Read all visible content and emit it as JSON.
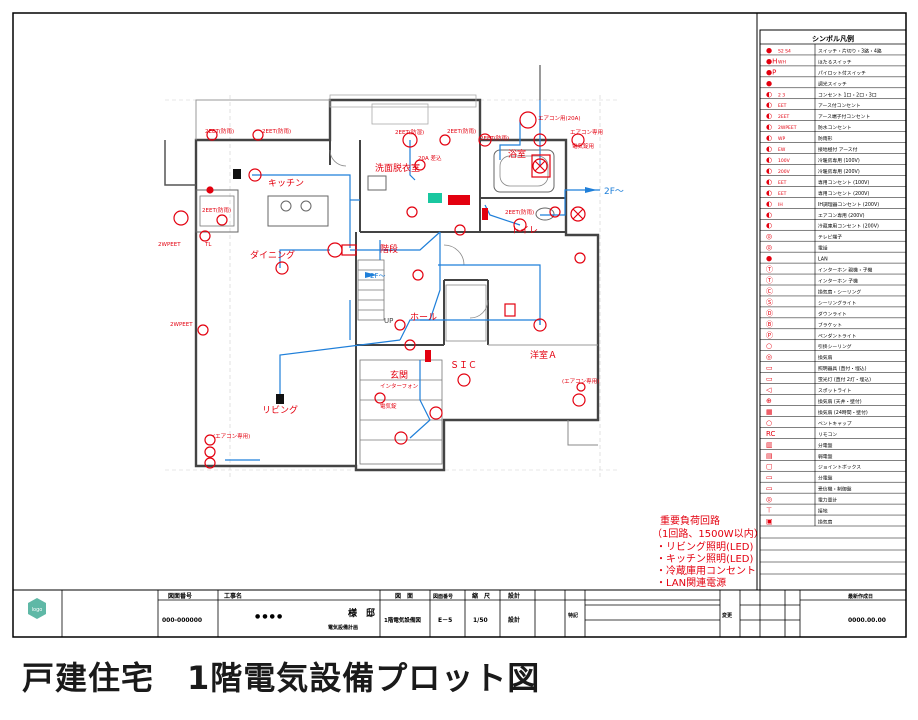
{
  "caption": "戸建住宅　1階電気設備プロット図",
  "colors": {
    "wall": "#555555",
    "wiring": "#1f7fd9",
    "symbol": "#e3000f",
    "frame": "#000000",
    "grid": "#bdbdbd",
    "green": "#19c7a0"
  },
  "rooms": {
    "kitchen": "キッチン",
    "dining": "ダイニング",
    "living": "リビング",
    "washroom": "洗面脱衣室",
    "bath": "浴室",
    "toilet": "トイレ",
    "hall": "ホール",
    "stairs": "階段",
    "entrance": "玄関",
    "sic": "ＳＩＣ",
    "bedroom": "洋室Ａ",
    "up": "UP"
  },
  "to_second_floor": [
    "2F～",
    "2F～"
  ],
  "outlet_labels": {
    "k1": "2EET(防雨)",
    "k2": "2EET(防雨)",
    "k3": "2EET(防雨)",
    "k4": "2EET(防雨)",
    "k5": "2EET(防雨)",
    "wash1": "2EET(防湿)",
    "wash2": "20A 差込",
    "ac1": "エアコン用(20A)",
    "ac2": "エアコン専用",
    "ac3": "(エアコン専用)",
    "interphone": "インターフォン",
    "mid": "2EET(防雨)",
    "tv": "TL",
    "side1": "2WPEET",
    "side2": "2WPEET",
    "lr1": "(エアコン専用)",
    "ent1": "電気錠",
    "ent2": "電気錠用"
  },
  "legend": {
    "title": "シンボル凡例",
    "rows": [
      {
        "sym": "●",
        "a": "S2 S4",
        "desc": "スイッチ・片切り・3路・4路"
      },
      {
        "sym": "●H",
        "a": "WH",
        "desc": "ほたるスイッチ"
      },
      {
        "sym": "●P",
        "a": "",
        "desc": "パイロット付スイッチ"
      },
      {
        "sym": "●",
        "a": "",
        "desc": "調光スイッチ"
      },
      {
        "sym": "◐",
        "a": "2 3",
        "desc": "コンセント 1口・2口・3口"
      },
      {
        "sym": "◐",
        "a": "EET",
        "desc": "アース付コンセント"
      },
      {
        "sym": "◐",
        "a": "2EET",
        "desc": "アース端子付コンセント"
      },
      {
        "sym": "◐",
        "a": "2WPEET",
        "desc": "防水コンセント"
      },
      {
        "sym": "◐",
        "a": "WP",
        "desc": "防雨形"
      },
      {
        "sym": "◐",
        "a": "EW",
        "desc": "接地極付 アース付"
      },
      {
        "sym": "◐",
        "a": "100V",
        "desc": "冷暖房専用 (100V)"
      },
      {
        "sym": "◐",
        "a": "200V",
        "desc": "冷暖房専用 (200V)"
      },
      {
        "sym": "◐",
        "a": "EET",
        "desc": "専用コンセント (100V)"
      },
      {
        "sym": "◐",
        "a": "EET",
        "desc": "専用コンセント (200V)"
      },
      {
        "sym": "◐",
        "a": "IH",
        "desc": "IH調理器コンセント (200V)"
      },
      {
        "sym": "◐",
        "a": "",
        "desc": "エアコン専用 (200V)"
      },
      {
        "sym": "◐",
        "a": "",
        "desc": "冷蔵庫用コンセント (200V)"
      },
      {
        "sym": "◎",
        "a": "",
        "desc": "テレビ端子"
      },
      {
        "sym": "◎",
        "a": "",
        "desc": "電話"
      },
      {
        "sym": "●",
        "a": "",
        "desc": "LAN"
      },
      {
        "sym": "Ⓣ",
        "a": "",
        "desc": "インターホン 親機・子機"
      },
      {
        "sym": "Ⓣ",
        "a": "",
        "desc": "インターホン 子機"
      },
      {
        "sym": "Ⓒ",
        "a": "",
        "desc": "換気扇・シーリング"
      },
      {
        "sym": "Ⓢ",
        "a": "",
        "desc": "シーリングライト"
      },
      {
        "sym": "Ⓓ",
        "a": "",
        "desc": "ダウンライト"
      },
      {
        "sym": "Ⓑ",
        "a": "",
        "desc": "ブラケット"
      },
      {
        "sym": "Ⓟ",
        "a": "",
        "desc": "ペンダントライト"
      },
      {
        "sym": "○",
        "a": "",
        "desc": "引掛シーリング"
      },
      {
        "sym": "◎",
        "a": "",
        "desc": "換気扇"
      },
      {
        "sym": "▭",
        "a": "",
        "desc": "照明器具 (直付・埋込)"
      },
      {
        "sym": "▭",
        "a": "",
        "desc": "蛍光灯 (直付 2灯・埋込)"
      },
      {
        "sym": "◁",
        "a": "",
        "desc": "スポットライト"
      },
      {
        "sym": "⊕",
        "a": "",
        "desc": "換気扇 (天井・壁付)"
      },
      {
        "sym": "▦",
        "a": "",
        "desc": "換気扇 (24時間・壁付)"
      },
      {
        "sym": "○",
        "a": "",
        "desc": "ベントキャップ"
      },
      {
        "sym": "RC",
        "a": "",
        "desc": "リモコン"
      },
      {
        "sym": "▥",
        "a": "",
        "desc": "分電盤"
      },
      {
        "sym": "▤",
        "a": "",
        "desc": "弱電盤"
      },
      {
        "sym": "▢",
        "a": "",
        "desc": "ジョイントボックス"
      },
      {
        "sym": "▭",
        "a": "",
        "desc": "分電盤"
      },
      {
        "sym": "▭",
        "a": "",
        "desc": "受信機・制御盤"
      },
      {
        "sym": "◎",
        "a": "",
        "desc": "電力量計"
      },
      {
        "sym": "⊤",
        "a": "",
        "desc": "接地"
      },
      {
        "sym": "▣",
        "a": "",
        "desc": "換気扇"
      }
    ]
  },
  "notes": {
    "title": "重要負荷回路",
    "subtitle": "（1回路、1500W以内）",
    "items": [
      "・リビング照明(LED)",
      "・キッチン照明(LED)",
      "・冷蔵庫用コンセント",
      "・LAN関連電源"
    ]
  },
  "title_block": {
    "h_drawing_no": "図面番号",
    "h_project": "工事名",
    "v_drawing_no": "000-000000",
    "v_owner": "様　邸",
    "v_owner_prefix": "● ● ● ●",
    "v_subtitle": "電気設備計画",
    "h_title": "図　面",
    "h_sheet_no": "図面番号",
    "h_scale": "縮　尺",
    "h_date": "設計",
    "v_title": "1階電気設備図",
    "v_sheet_no": "E－5",
    "v_scale": "1/50",
    "v_date": "設計",
    "h_remarks": "特記",
    "h_change": "変更",
    "h_issue": "最新作成日",
    "v_issue": "0000.00.00",
    "logo_text": "logo"
  }
}
